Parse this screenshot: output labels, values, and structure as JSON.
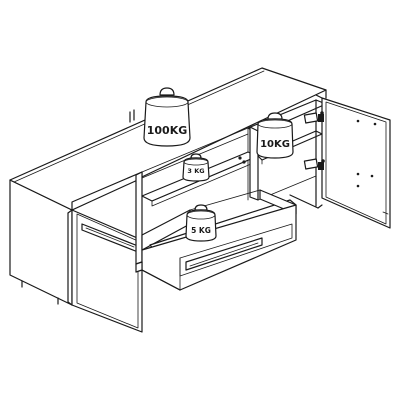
{
  "weights": {
    "top": "100KG",
    "right_shelf": "10KG",
    "inner_shelf": "3 KG",
    "drawer": "5 KG"
  }
}
